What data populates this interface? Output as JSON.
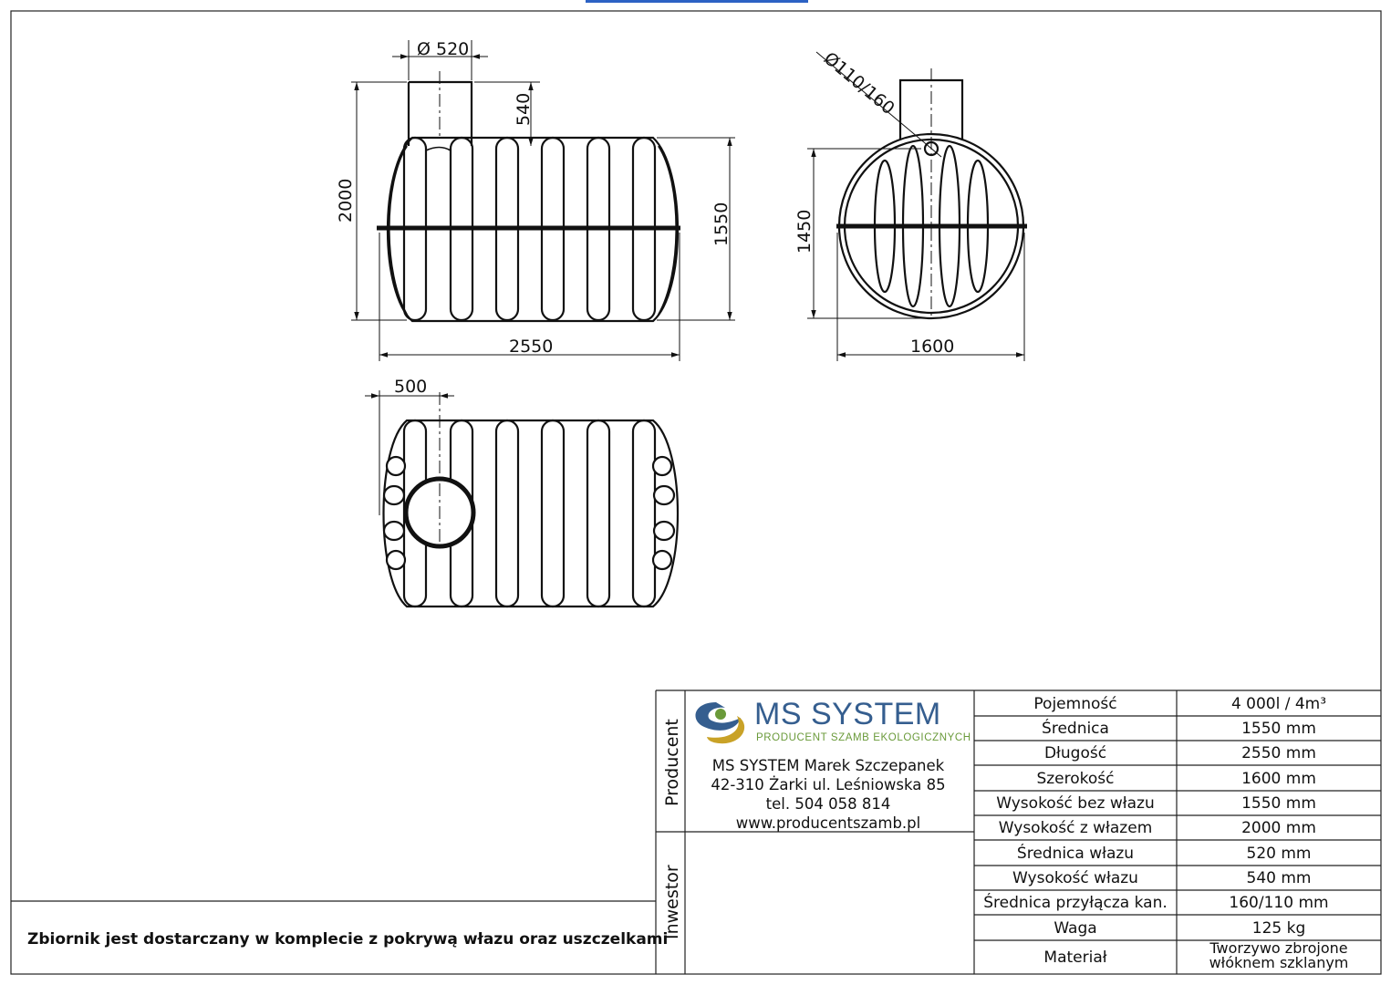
{
  "drawing": {
    "front_view": {
      "dim_neck_diameter": "Ø 520",
      "dim_neck_height": "540",
      "dim_total_height": "2000",
      "dim_body_height": "1550",
      "dim_length": "2550"
    },
    "side_view": {
      "dim_pipe": "Ø110/160",
      "dim_height": "1450",
      "dim_width": "1600"
    },
    "top_view": {
      "dim_manhole_offset": "500"
    }
  },
  "title_block": {
    "producer_label": "Producent",
    "investor_label": "Inwestor",
    "logo_title": "MS SYSTEM",
    "logo_subtitle": "PRODUCENT SZAMB EKOLOGICZNYCH",
    "company_name": "MS SYSTEM Marek Szczepanek",
    "company_address": "42-310 Żarki ul. Leśniowska 85",
    "company_phone": "tel. 504 058 814",
    "company_web": "www.producentszamb.pl",
    "colors": {
      "logo_blue": "#355e8f",
      "logo_green": "#6a9a3a",
      "logo_gold": "#c9a227"
    },
    "specs": [
      {
        "label": "Pojemność",
        "value": "4 000l / 4m³"
      },
      {
        "label": "Średnica",
        "value": "1550 mm"
      },
      {
        "label": "Długość",
        "value": "2550 mm"
      },
      {
        "label": "Szerokość",
        "value": "1600 mm"
      },
      {
        "label": "Wysokość bez włazu",
        "value": "1550 mm"
      },
      {
        "label": "Wysokość z włazem",
        "value": "2000 mm"
      },
      {
        "label": "Średnica włazu",
        "value": "520 mm"
      },
      {
        "label": "Wysokość włazu",
        "value": "540 mm"
      },
      {
        "label": "Średnica przyłącza kan.",
        "value": "160/110 mm"
      },
      {
        "label": "Waga",
        "value": "125 kg"
      },
      {
        "label": "Materiał",
        "value": "Tworzywo zbrojone włóknem szklanym"
      }
    ]
  },
  "footnote": "Zbiornik jest dostarczany w komplecie z pokrywą włazu oraz uszczelkami"
}
